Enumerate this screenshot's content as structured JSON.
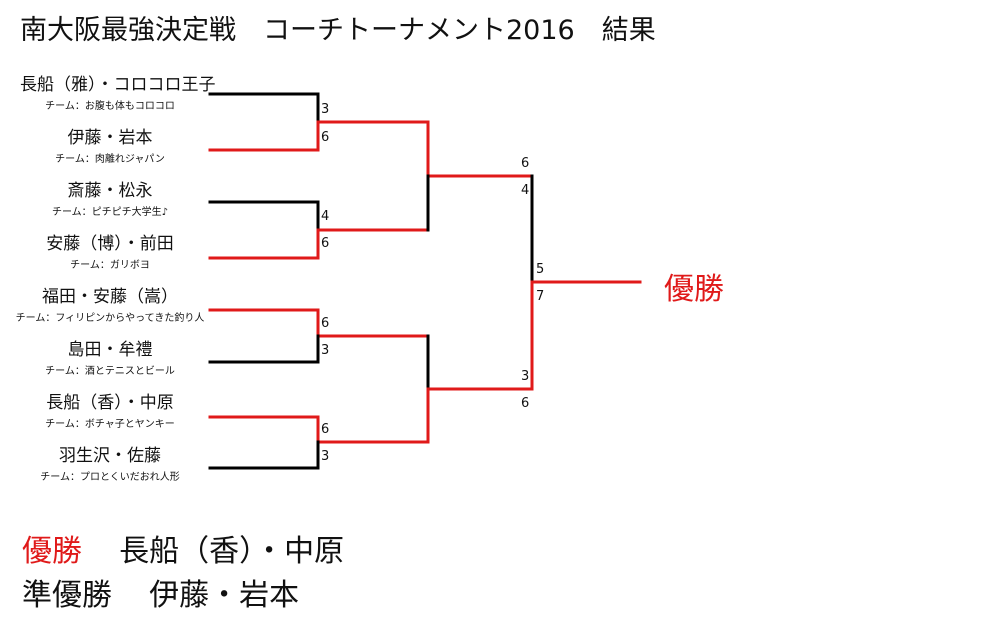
{
  "title": "南大阪最強決定戦　コーチトーナメント2016　結果",
  "colors": {
    "win": "#e01a1a",
    "lose": "#000000"
  },
  "teams": [
    {
      "name": "長船（雅）・コロコロ王子",
      "team": "チーム：お腹も体もコロコロ"
    },
    {
      "name": "伊藤・岩本",
      "team": "チーム：肉離れジャパン"
    },
    {
      "name": "斎藤・松永",
      "team": "チーム：ピチピチ大学生♪"
    },
    {
      "name": "安藤（博）・前田",
      "team": "チーム：ガリボヨ"
    },
    {
      "name": "福田・安藤（嵩）",
      "team": "チーム：フィリピンからやってきた釣り人"
    },
    {
      "name": "島田・牟禮",
      "team": "チーム：酒とテニスとビール"
    },
    {
      "name": "長船（香）・中原",
      "team": "チーム：ボチャ子とヤンキー"
    },
    {
      "name": "羽生沢・佐藤",
      "team": "チーム：プロとくいだおれ人形"
    }
  ],
  "scores": {
    "r1": [
      "3",
      "6",
      "4",
      "6",
      "6",
      "3",
      "6",
      "3"
    ],
    "r2": [
      "6",
      "4",
      "3",
      "6"
    ],
    "final": [
      "5",
      "7"
    ]
  },
  "champion_label": "優勝",
  "results": {
    "winner_label": "優勝",
    "winner": "長船（香）・中原",
    "runner_up_label": "準優勝",
    "runner_up": "伊藤・岩本"
  }
}
